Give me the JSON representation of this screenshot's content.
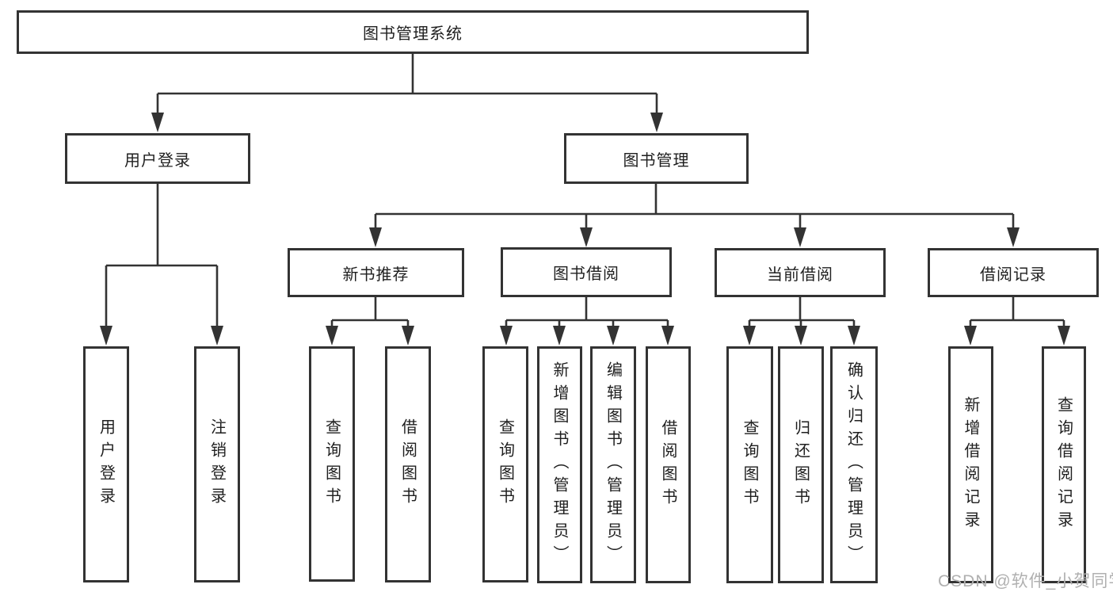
{
  "tree": {
    "root": "图书管理系统",
    "children": [
      {
        "label": "用户登录",
        "children": [
          {
            "label": "用户登录"
          },
          {
            "label": "注销登录"
          }
        ]
      },
      {
        "label": "图书管理",
        "children": [
          {
            "label": "新书推荐",
            "children": [
              {
                "label": "查询图书"
              },
              {
                "label": "借阅图书"
              }
            ]
          },
          {
            "label": "图书借阅",
            "children": [
              {
                "label": "查询图书"
              },
              {
                "label": "新增图书（管理员）"
              },
              {
                "label": "编辑图书（管理员）"
              },
              {
                "label": "借阅图书"
              }
            ]
          },
          {
            "label": "当前借阅",
            "children": [
              {
                "label": "查询图书"
              },
              {
                "label": "归还图书"
              },
              {
                "label": "确认归还（管理员）"
              }
            ]
          },
          {
            "label": "借阅记录",
            "children": [
              {
                "label": "新增借阅记录"
              },
              {
                "label": "查询借阅记录"
              }
            ]
          }
        ]
      }
    ]
  },
  "watermark": {
    "text": "CSDN @软件_小贺同学"
  },
  "colors": {
    "line": "#333333",
    "box_bg": "#ffffff",
    "text": "#1f1f1f",
    "watermark": "#b0b0b0"
  }
}
